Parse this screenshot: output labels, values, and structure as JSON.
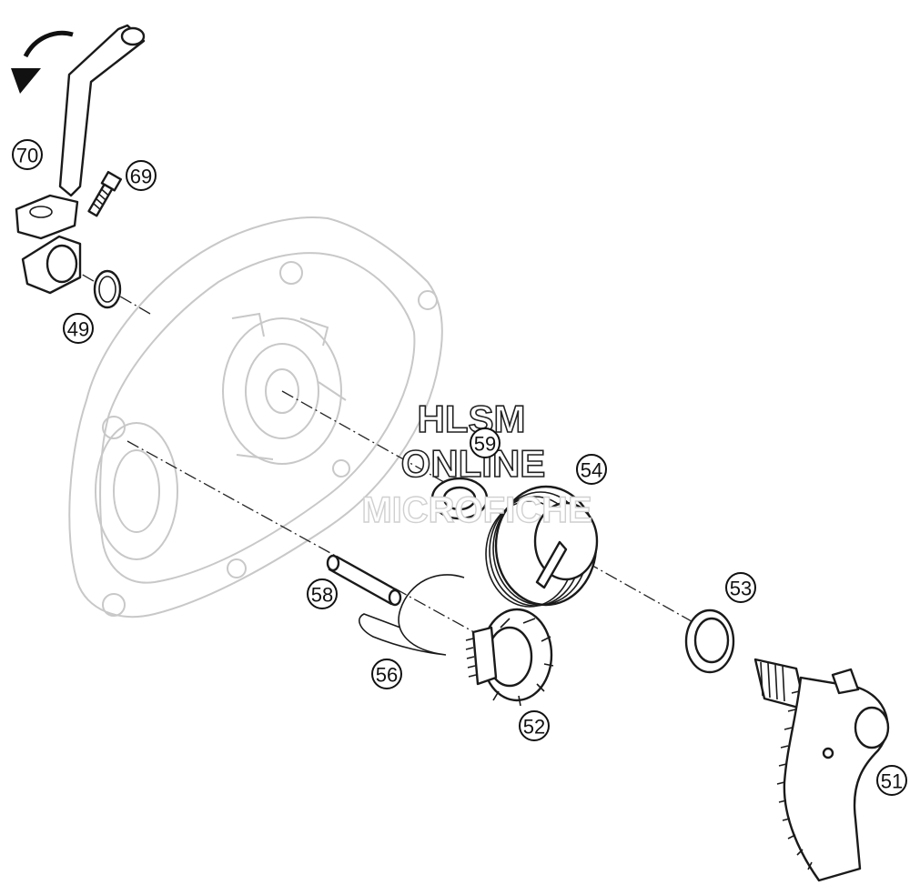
{
  "callouts": [
    {
      "id": "70",
      "label": "70"
    },
    {
      "id": "69",
      "label": "69"
    },
    {
      "id": "49",
      "label": "49"
    },
    {
      "id": "59",
      "label": "59"
    },
    {
      "id": "54",
      "label": "54"
    },
    {
      "id": "58",
      "label": "58"
    },
    {
      "id": "53",
      "label": "53"
    },
    {
      "id": "56",
      "label": "56"
    },
    {
      "id": "52",
      "label": "52"
    },
    {
      "id": "51",
      "label": "51"
    }
  ],
  "watermark": {
    "line1": "HLSM",
    "line2": "ONLINE",
    "line3": "MICROFICHE"
  },
  "colors": {
    "ink": "#1a1a1a",
    "ghost_outline": "#c8c8c8",
    "background": "#ffffff"
  }
}
